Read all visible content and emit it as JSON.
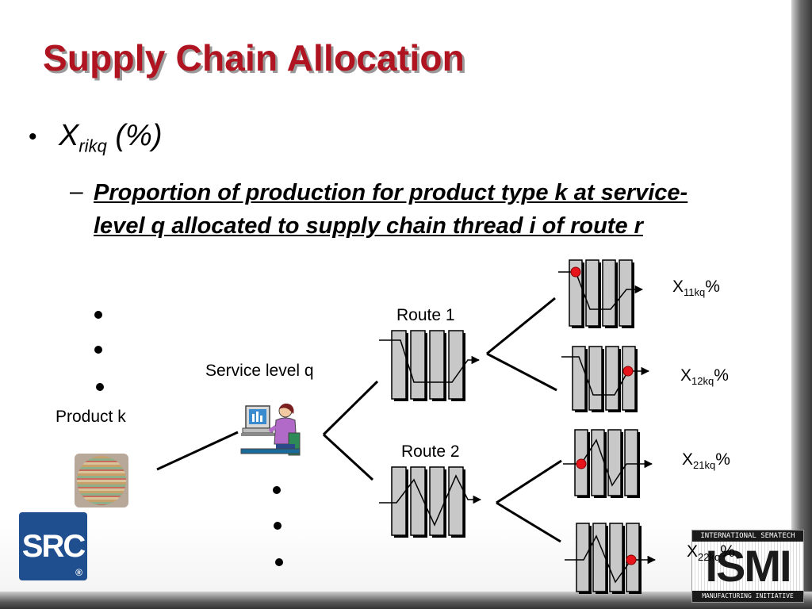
{
  "title": "Supply Chain Allocation",
  "bullet": {
    "symbol": "•",
    "var_base": "X",
    "var_sub": "rikq",
    "var_suffix": " (%)"
  },
  "sub_bullet": {
    "dash": "–",
    "text": "Proportion of production for product type k at service-level q allocated to supply chain thread i of route r"
  },
  "diagram": {
    "product_label": "Product k",
    "service_label": "Service level q",
    "route1_label": "Route 1",
    "route2_label": "Route 2",
    "outputs": [
      {
        "base": "X",
        "sub": "11kq",
        "suffix": "%"
      },
      {
        "base": "X",
        "sub": "12kq",
        "suffix": "%"
      },
      {
        "base": "X",
        "sub": "21kq",
        "suffix": "%"
      },
      {
        "base": "X",
        "sub": "22kq",
        "suffix": "%"
      }
    ]
  },
  "logos": {
    "src": {
      "text": "SRC",
      "reg": "®"
    },
    "ismi": {
      "top": "INTERNATIONAL SEMATECH",
      "main": "ISMI",
      "bottom": "MANUFACTURING INITIATIVE"
    }
  },
  "colors": {
    "title": "#b01420",
    "title_shadow": "#9a9a9a",
    "marker": "#e8141c",
    "block_fill": "#c8c8c8"
  },
  "icons": [
    "silicon-wafer-icon",
    "person-at-computer-icon"
  ]
}
